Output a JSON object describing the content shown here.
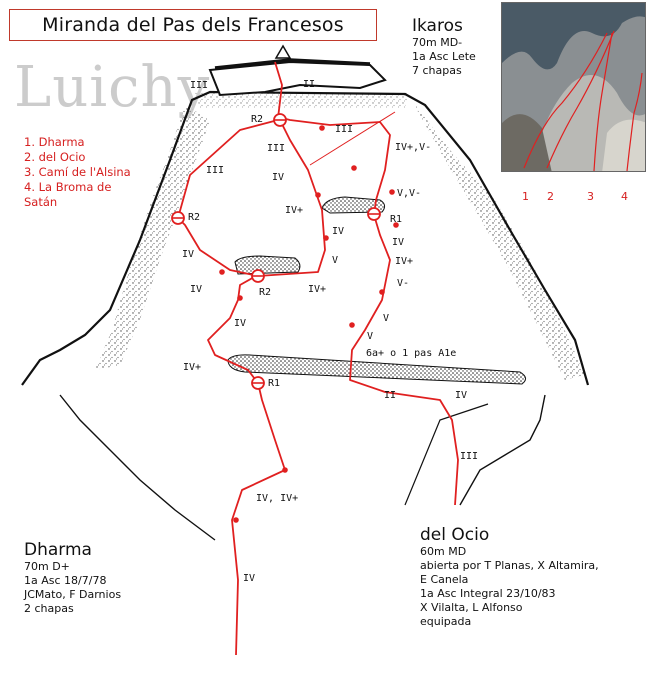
{
  "title": "Miranda del Pas dels Francesos",
  "watermark": "Luichy",
  "legend": [
    "1. Dharma",
    "2. del Ocio",
    "3. Camí de l'Alsina",
    "4. La Broma de",
    "Satán"
  ],
  "ikaros": {
    "name": "Ikaros",
    "lines": [
      "70m MD-",
      "1a Asc Lete",
      "7 chapas"
    ]
  },
  "photo_numbers": [
    "1",
    "2",
    "3",
    "4"
  ],
  "grades": {
    "summit_iii": "III",
    "summit_ii": "II",
    "g_iii_a": "III",
    "g_iii_b": "III",
    "g_iii_c": "III",
    "g_ivp_vm": "IV+,V-",
    "g_iv_a": "IV",
    "g_vvm": "V,V-",
    "g_ivp_a": "IV+",
    "g_iv_b": "IV",
    "g_iv_c": "IV",
    "g_v_a": "V",
    "g_ivp_b": "IV+",
    "g_vm": "V-",
    "g_iv_d": "IV",
    "g_ivp_c": "IV+",
    "g_iv_e": "IV",
    "g_iv_f": "IV",
    "g_v_b": "V",
    "g_v_c": "V",
    "g_6a": "6a+ o 1 pas A1e",
    "g_ivp_d": "IV+",
    "g_ii": "II",
    "g_iv_g": "IV",
    "g_iii_d": "III",
    "g_iv_ivp": "IV, IV+",
    "g_iv_h": "IV"
  },
  "anchors": {
    "r2_top": "R2",
    "r2_left": "R2",
    "r2_mid": "R2",
    "r1_right": "R1",
    "r1_low": "R1"
  },
  "dharma": {
    "name": "Dharma",
    "lines": [
      "70m D+",
      "1a Asc 18/7/78",
      "JCMato, F Darnios",
      "2 chapas"
    ]
  },
  "ocio": {
    "name": "del Ocio",
    "lines": [
      "60m MD",
      "abierta por T Planas, X Altamira,",
      "E Canela",
      "1a Asc Integral 23/10/83",
      "X Vilalta, L Alfonso",
      "equipada"
    ]
  },
  "colors": {
    "route": "#e02020",
    "accent": "#d62020",
    "rock": "#222222"
  }
}
